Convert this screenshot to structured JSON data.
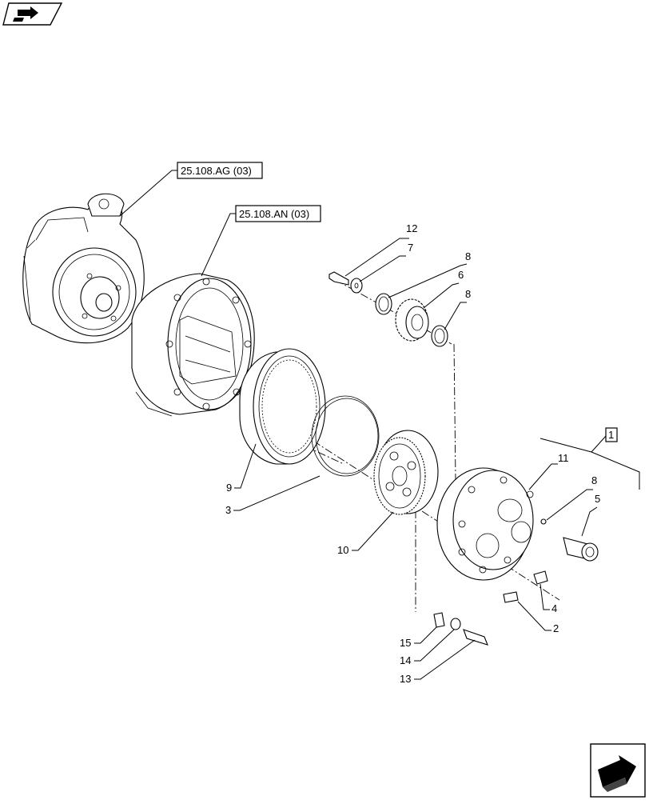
{
  "refs": {
    "ref_ag": "25.108.AG (03)",
    "ref_an": "25.108.AN (03)"
  },
  "callouts": {
    "c1": "1",
    "c2": "2",
    "c3": "3",
    "c4": "4",
    "c5": "5",
    "c6": "6",
    "c7": "7",
    "c8a": "8",
    "c8b": "8",
    "c8c": "8",
    "c9": "9",
    "c10": "10",
    "c11": "11",
    "c12": "12",
    "c13": "13",
    "c14": "14",
    "c15": "15"
  },
  "icons": {
    "top_left": "book-arrow-icon",
    "bottom_right": "next-page-arrow-icon"
  }
}
